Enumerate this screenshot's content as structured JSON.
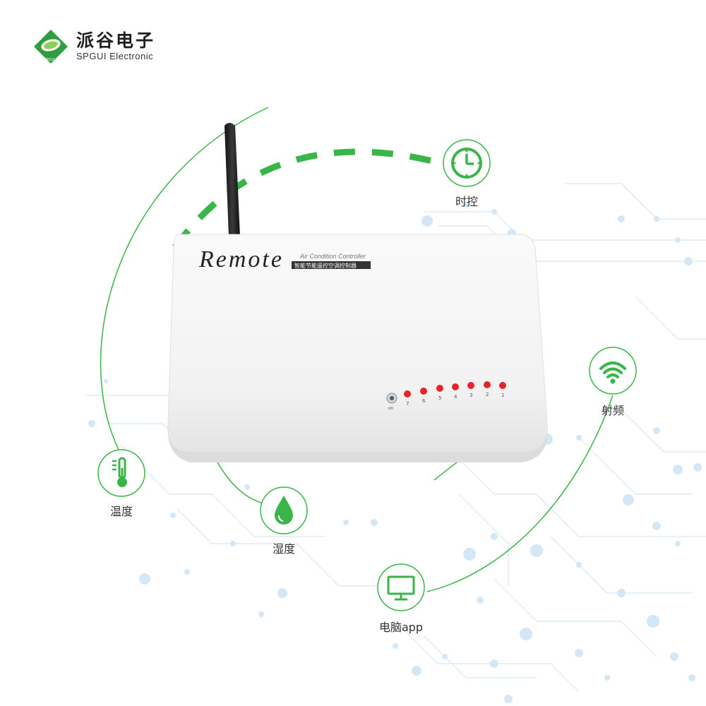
{
  "brand": {
    "name_cn": "派谷电子",
    "name_en": "SPGUI Electronic",
    "logo_icon": "leaf-diamond-logo",
    "seal_text": "SPGUI",
    "color_green": "#2e9e3e"
  },
  "device": {
    "title": "Remote",
    "subtitle": "Air Condition Controller",
    "tagline": "智能节能遥控空调控制器",
    "leds": [
      "7",
      "6",
      "5",
      "4",
      "3",
      "2",
      "1"
    ],
    "power_label": "on",
    "led_color": "#e8232a"
  },
  "features": [
    {
      "id": "timer",
      "label": "时控",
      "icon": "clock-icon"
    },
    {
      "id": "rf",
      "label": "射频",
      "icon": "wifi-icon"
    },
    {
      "id": "temperature",
      "label": "温度",
      "icon": "thermometer-icon"
    },
    {
      "id": "humidity",
      "label": "湿度",
      "icon": "water-drop-icon"
    },
    {
      "id": "pc",
      "label": "电脑app",
      "icon": "monitor-icon"
    }
  ],
  "accent_color": "#3ab54a"
}
